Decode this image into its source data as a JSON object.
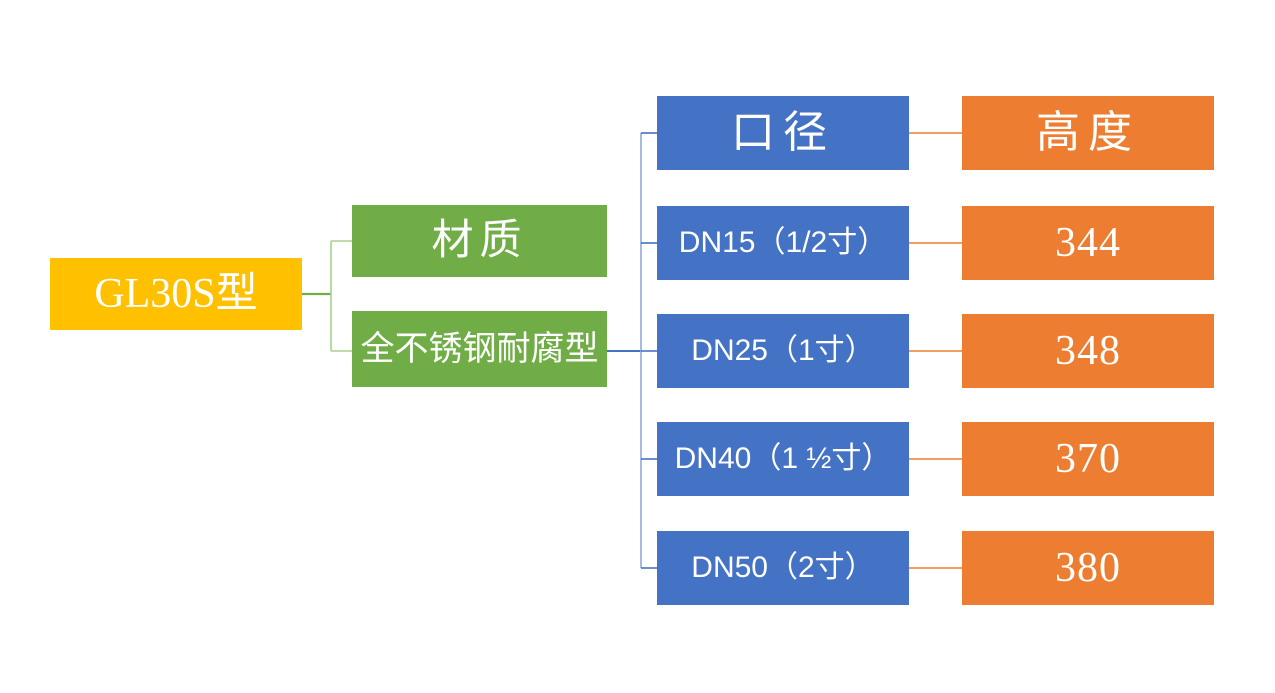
{
  "diagram": {
    "root": {
      "label": "GL30S型"
    },
    "material": {
      "header": "材质",
      "value": "全不锈钢耐腐型"
    },
    "table": {
      "caliber_header": "口径",
      "height_header": "高度",
      "rows": [
        {
          "caliber": "DN15（1/2寸）",
          "height": "344"
        },
        {
          "caliber": "DN25（1寸）",
          "height": "348"
        },
        {
          "caliber": "DN40（1 ½寸）",
          "height": "370"
        },
        {
          "caliber": "DN50（2寸）",
          "height": "380"
        }
      ]
    }
  },
  "colors": {
    "yellow": "#FFC000",
    "green": "#70AD47",
    "green-light": "#A9D18E",
    "blue": "#4472C4",
    "blue-light": "#8FAADC",
    "orange": "#ED7D31",
    "text": "#FFFFFF",
    "background": "#FFFFFF"
  }
}
